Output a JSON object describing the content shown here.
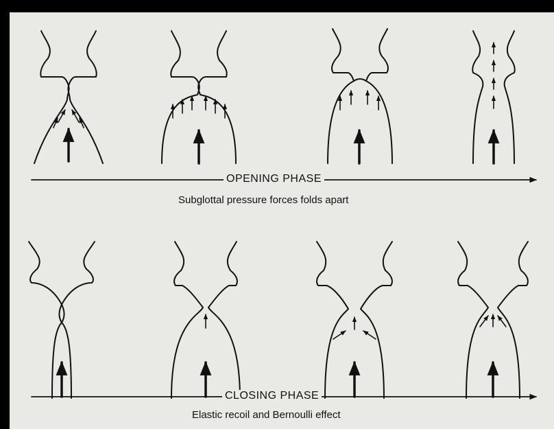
{
  "opening": {
    "title": "OPENING PHASE",
    "caption": "Subglottal pressure forces folds apart"
  },
  "closing": {
    "title": "CLOSING PHASE",
    "caption": "Elastic recoil and Bernoulli effect"
  }
}
